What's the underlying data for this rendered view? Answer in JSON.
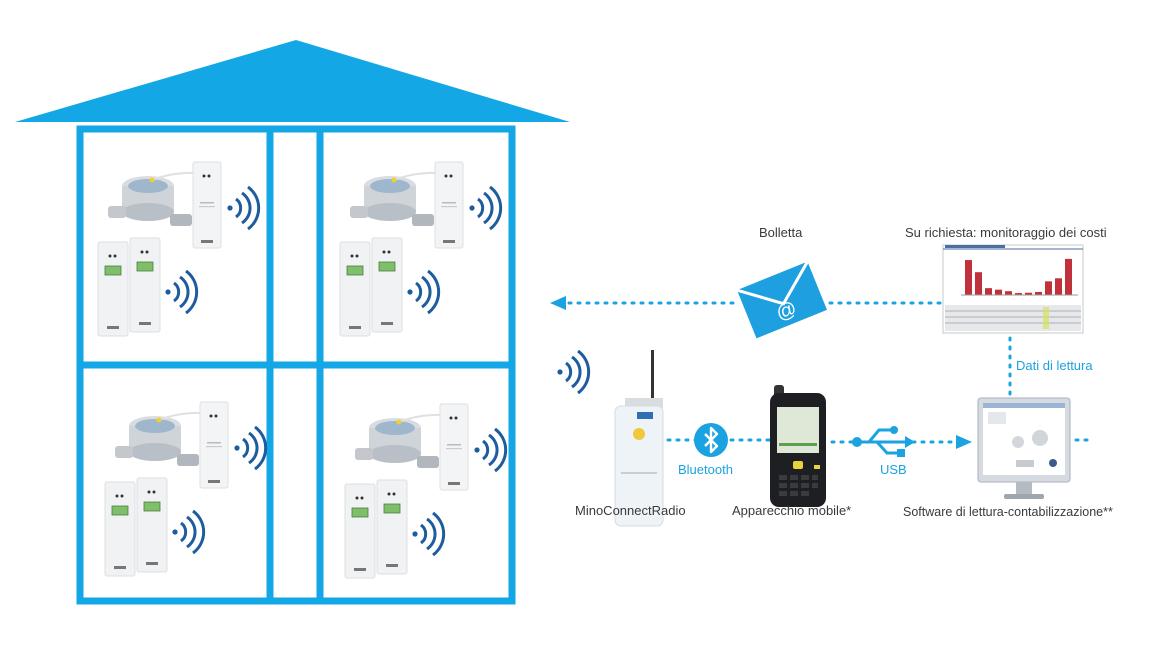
{
  "colors": {
    "house_blue": "#14a7e6",
    "wave_blue": "#1d5c9e",
    "accent_blue": "#1aa3e0",
    "label_gray": "#3a3a3a"
  },
  "house": {
    "apartments": [
      {
        "id": "top-left",
        "devices": [
          "water-meter",
          "radio-module",
          "heat-cost-allocator",
          "heat-cost-allocator"
        ]
      },
      {
        "id": "top-right",
        "devices": [
          "water-meter",
          "radio-module",
          "heat-cost-allocator",
          "heat-cost-allocator"
        ]
      },
      {
        "id": "bottom-left",
        "devices": [
          "water-meter",
          "radio-module",
          "heat-cost-allocator",
          "heat-cost-allocator"
        ]
      },
      {
        "id": "bottom-right",
        "devices": [
          "water-meter",
          "radio-module",
          "heat-cost-allocator",
          "heat-cost-allocator"
        ]
      }
    ]
  },
  "labels": {
    "bill": "Bolletta",
    "cost_monitoring": "Su richiesta: monitoraggio dei costi",
    "reading_data": "Dati di lettura",
    "bluetooth": "Bluetooth",
    "usb": "USB",
    "mino_connect": "MinoConnectRadio",
    "mobile_device": "Apparecchio mobile*",
    "software": "Software di lettura-contabilizzazione**"
  },
  "icons": {
    "envelope": "email-envelope-icon",
    "bluetooth": "bluetooth-icon",
    "usb": "usb-icon",
    "radio_waves": "radio-waves-icon"
  },
  "report_chart_bars": [
    0.92,
    0.6,
    0.18,
    0.14,
    0.1,
    0.05,
    0.06,
    0.08,
    0.36,
    0.44,
    0.95
  ]
}
